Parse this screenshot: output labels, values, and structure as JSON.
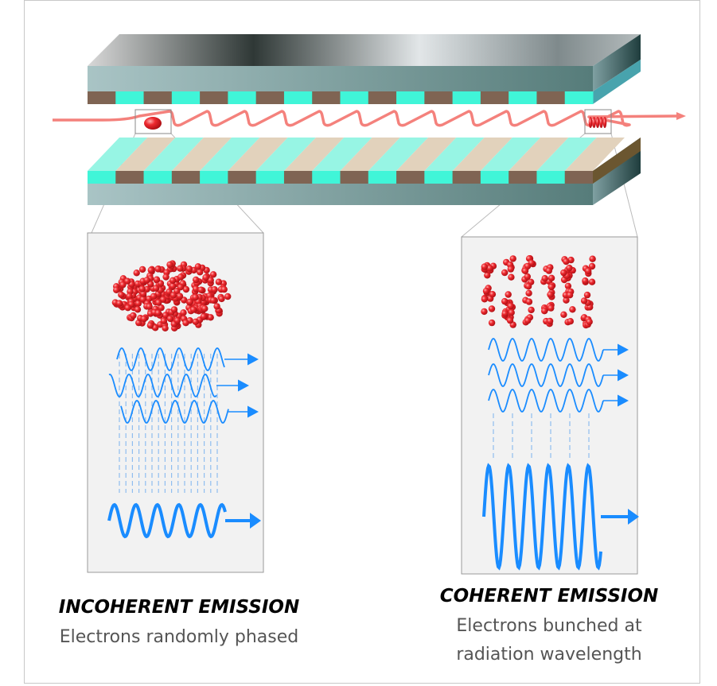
{
  "incoherent": {
    "title": "INCOHERENT EMISSION",
    "subtitle": "Electrons randomly phased"
  },
  "coherent": {
    "title": "COHERENT EMISSION",
    "subtitle_line1": "Electrons bunched at",
    "subtitle_line2": "radiation wavelength"
  },
  "colors": {
    "magnet_brown": "#7f6453",
    "magnet_cyan": "#40f5d8",
    "beam": "#f4817c",
    "electron": "#e8232a",
    "wave": "#1a8cff",
    "panel": "#f2f2f2"
  }
}
